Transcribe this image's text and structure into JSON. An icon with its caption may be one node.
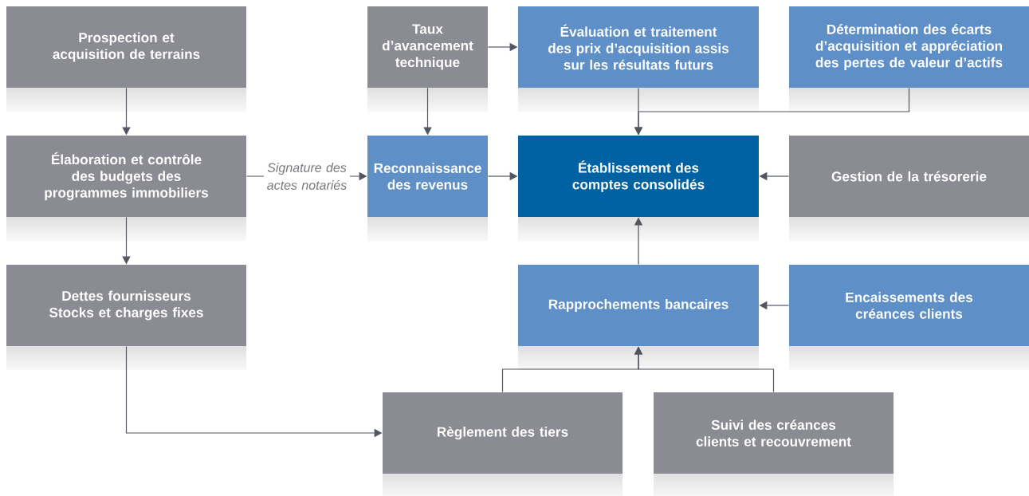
{
  "diagram": {
    "nodes": [
      {
        "text": [
          "Prospection et acquisition de terrains"
        ]
      },
      {
        "text": [
          "Élaboration et contrôle des budgets des programmes immobiliers"
        ]
      },
      {
        "text": [
          "Dettes fournisseurs Stocks et charges fixes"
        ]
      },
      {
        "text": [
          "Taux d’avancement technique"
        ]
      },
      {
        "text": [
          "Évaluation et traitement des prix d’acquisition assis sur les résultats futurs"
        ]
      },
      {
        "text": [
          "Détermination des écarts d’acquisition et appréciation des pertes de valeur d’actifs"
        ]
      },
      {
        "text": [
          "Reconnaissance des revenus"
        ]
      },
      {
        "text": [
          "Établissement des comptes consolidés"
        ]
      },
      {
        "text": [
          "Gestion de la trésorerie"
        ]
      },
      {
        "text": [
          "Rapprochements bancaires"
        ]
      },
      {
        "text": [
          "Encaissements des créances clients"
        ]
      },
      {
        "text": [
          "Règlement des tiers"
        ]
      },
      {
        "text": [
          "Suivi des créances clients et recouvrement"
        ]
      }
    ],
    "edges": [
      {
        "from": 0,
        "to": 1,
        "arrow": "to"
      },
      {
        "from": 1,
        "to": 2,
        "arrow": "to"
      },
      {
        "from": 1,
        "to": 6,
        "arrow": "to",
        "label": "Signature des actes notariés"
      },
      {
        "from": 3,
        "to": 6,
        "arrow": "to"
      },
      {
        "from": 3,
        "to": 4,
        "arrow": "to"
      },
      {
        "from": 4,
        "to": 7,
        "arrow": "to"
      },
      {
        "from": 5,
        "to": 7,
        "arrow": "to"
      },
      {
        "from": 6,
        "to": 7,
        "arrow": "to"
      },
      {
        "from": 8,
        "to": 7,
        "arrow": "to"
      },
      {
        "from": 9,
        "to": 7,
        "arrow": "to"
      },
      {
        "from": 10,
        "to": 9,
        "arrow": "to"
      },
      {
        "from": 11,
        "to": 9,
        "arrow": "to"
      },
      {
        "from": 12,
        "to": 9,
        "arrow": "to"
      },
      {
        "from": 2,
        "to": 11,
        "arrow": "to"
      }
    ]
  }
}
